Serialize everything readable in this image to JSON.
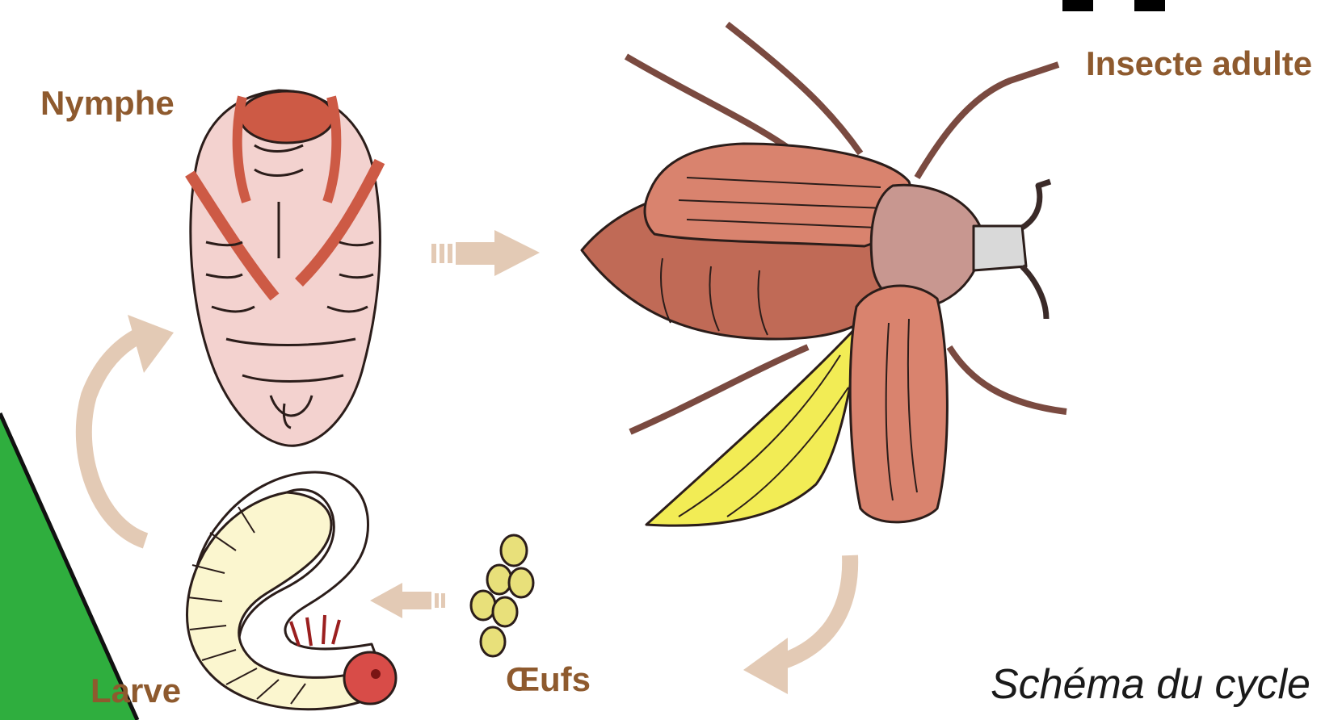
{
  "diagram": {
    "stages": {
      "nymphe": "Nymphe",
      "adult": "Insecte adulte",
      "larve": "Larve",
      "oeufs": "Œufs"
    },
    "caption": "Schéma du cycle",
    "colors": {
      "arrow": "#e3cab5",
      "label": "#8e5a2e",
      "elytra": "#d9836e",
      "abdomen": "#c06a56",
      "pupa": "#f3d2cf",
      "pupa_accent": "#cd5a45",
      "larva": "#fbf6cf",
      "egg": "#e8e07a",
      "wing": "#f2ec55",
      "corner": "#2fae3e",
      "outline": "#2b1d1a"
    }
  }
}
